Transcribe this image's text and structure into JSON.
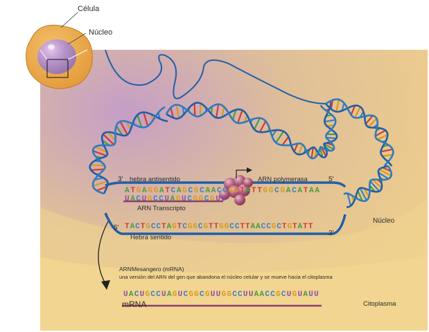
{
  "labels": {
    "cell": "Célula",
    "nucleus_inset": "Núcleo",
    "prime3_top": "3'",
    "antisense_label": "hebra antisentido",
    "polymerase_label": "ARN polymerasa",
    "prime5_top": "5'",
    "transcript_label": "ARN Transcripto",
    "prime5_bottom": "5'",
    "sense_label": "Hebra sentido",
    "prime3_bottom": "3'",
    "nucleus_region": "Núcleo",
    "mrna_title": "ARNMesangero (mRNA)",
    "mrna_desc": "una versión del ARN del gen que abandona el núcleo celular y se mueve hacia el citoplasma",
    "mrna_short": "mRNA",
    "cytoplasm": "Citoplasma"
  },
  "sequences": {
    "antisense": "ATGAGGATCAGCGCAACCGGTATTGGCGACATAA",
    "transcript": "UACUGCCUAGUCGGCGUU",
    "sense": "TACTGCCTAGTCGGCGTTGGCCTTAACCGCTGTATT",
    "mrna": "UACUGCCUAGUCGGCGUUGGCCUUAACCGCUGUAUU"
  },
  "colors": {
    "A": "#4a9c3c",
    "T": "#d23c2c",
    "U": "#8a4fa8",
    "G": "#d89a18",
    "C": "#3a7fc6",
    "background": "#edcf8a",
    "nucleus_fill": "#e6c788",
    "dna_backbone": "#1f5fa8",
    "polymerase": "#a8506e",
    "text": "#2b2b2b"
  }
}
